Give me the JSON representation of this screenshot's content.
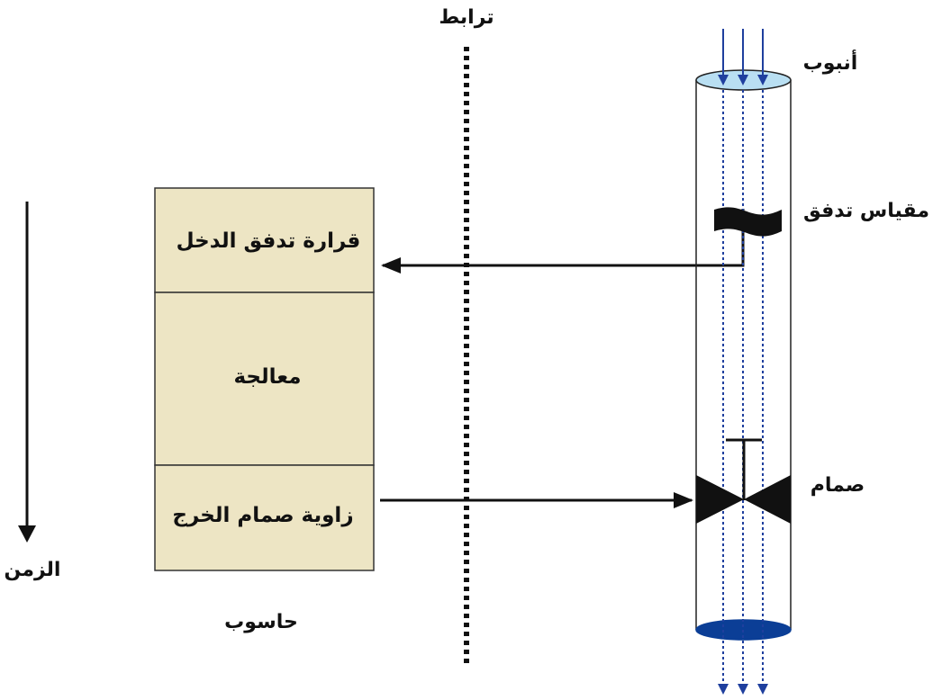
{
  "labels": {
    "time": "الزمن",
    "interface": "ترابط",
    "pipe": "أنبوب",
    "flow_meter": "مقياس تدفق",
    "valve": "صمام",
    "computer": "حاسوب"
  },
  "computer_steps": [
    {
      "label": "قرارة تدفق الدخل"
    },
    {
      "label": "معالجة"
    },
    {
      "label": "زاوية صمام الخرج"
    }
  ],
  "colors": {
    "box_fill": "#ede5c4",
    "flow_arrow": "#1f3f9e",
    "pipe_top": "#b9dff2",
    "pipe_bottom": "#0b3e96",
    "stroke": "#111111"
  }
}
